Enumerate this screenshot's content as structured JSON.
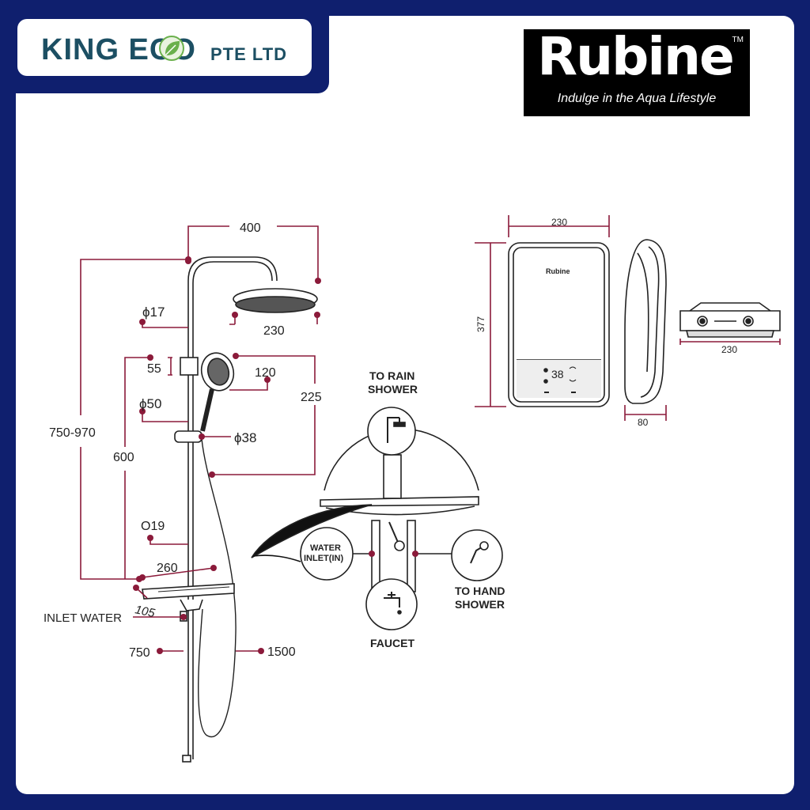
{
  "brand": {
    "name_main": "KING ECO",
    "name_sub": "PTE LTD"
  },
  "rubine": {
    "word": "Rubine",
    "tm": "TM",
    "tagline": "Indulge in the Aqua Lifestyle",
    "panel_logo": "Rubine"
  },
  "dimensions": {
    "top_width": "400",
    "head_width": "230",
    "pipe_dia": "ϕ17",
    "holder": "55",
    "hand_offset": "120",
    "hand_height": "225",
    "hand_dia": "ϕ50",
    "slider_dia": "ϕ38",
    "total_height": "750-970",
    "bar_height": "600",
    "lower_dia": "O19",
    "shelf_width": "260",
    "shelf_depth": "105",
    "inlet": "INLET WATER",
    "lower_length": "750",
    "hose_length": "1500",
    "heater_width": "230",
    "heater_height": "377",
    "heater_depth": "80",
    "heater_bottom_width": "230",
    "display_temp": "38"
  },
  "callouts": {
    "rain_line1": "TO RAIN",
    "rain_line2": "SHOWER",
    "inlet_line1": "WATER",
    "inlet_line2": "INLET(IN)",
    "hand_line1": "TO HAND",
    "hand_line2": "SHOWER",
    "faucet": "FAUCET"
  },
  "colors": {
    "frame": "#0f1f6e",
    "dimension": "#8b1a3a",
    "brand_text": "#1c4f63",
    "leaf": "#6ab04c"
  }
}
